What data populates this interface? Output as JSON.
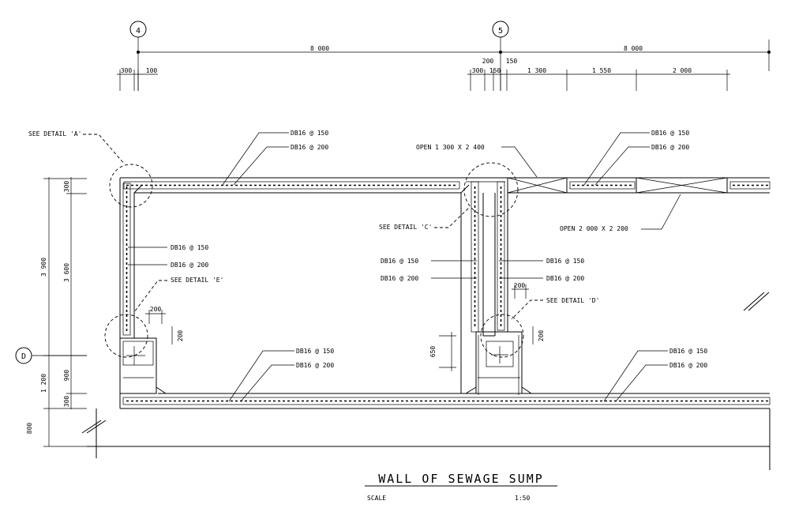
{
  "drawing": {
    "title": "WALL OF SEWAGE SUMP",
    "scale_label": "SCALE",
    "scale_value": "1:50"
  },
  "grid_labels": {
    "g4": "4",
    "g5": "5",
    "gD": "D"
  },
  "top_dims": {
    "span_a": "8 000",
    "span_b": "8 000",
    "d300a": "300",
    "d100": "100",
    "d200": "200",
    "d150top": "150",
    "d300b": "300",
    "d150": "150",
    "d1300": "1 300",
    "d1550": "1 550",
    "d2000": "2 000"
  },
  "left_dims": {
    "d3900": "3 900",
    "d3600": "3 600",
    "d300top": "300",
    "d1200": "1 200",
    "d900": "900",
    "d300bot": "300",
    "d800": "800"
  },
  "notes": {
    "see_a": "SEE DETAIL 'A'",
    "see_c": "SEE DETAIL 'C'",
    "see_d": "SEE DETAIL 'D'",
    "see_e": "SEE DETAIL 'E'",
    "open1": "OPEN 1 300 X 2 400",
    "open2": "OPEN 2 000 X 2 200",
    "top1_150": "DB16 @ 150",
    "top1_200": "DB16 @ 200",
    "top2_150": "DB16 @ 150",
    "top2_200": "DB16 @ 200",
    "left_150": "DB16 @ 150",
    "left_200": "DB16 @ 200",
    "midL_150": "DB16 @ 150",
    "midL_200": "DB16 @ 200",
    "midR_150": "DB16 @ 150",
    "midR_200": "DB16 @ 200",
    "bot1_150": "DB16 @ 150",
    "bot1_200": "DB16 @ 200",
    "bot2_150": "DB16 @ 150",
    "bot2_200": "DB16 @ 200"
  },
  "small_dims": {
    "e200": "200",
    "e200v": "200",
    "d200h": "200",
    "d200v": "200",
    "d650": "650"
  }
}
